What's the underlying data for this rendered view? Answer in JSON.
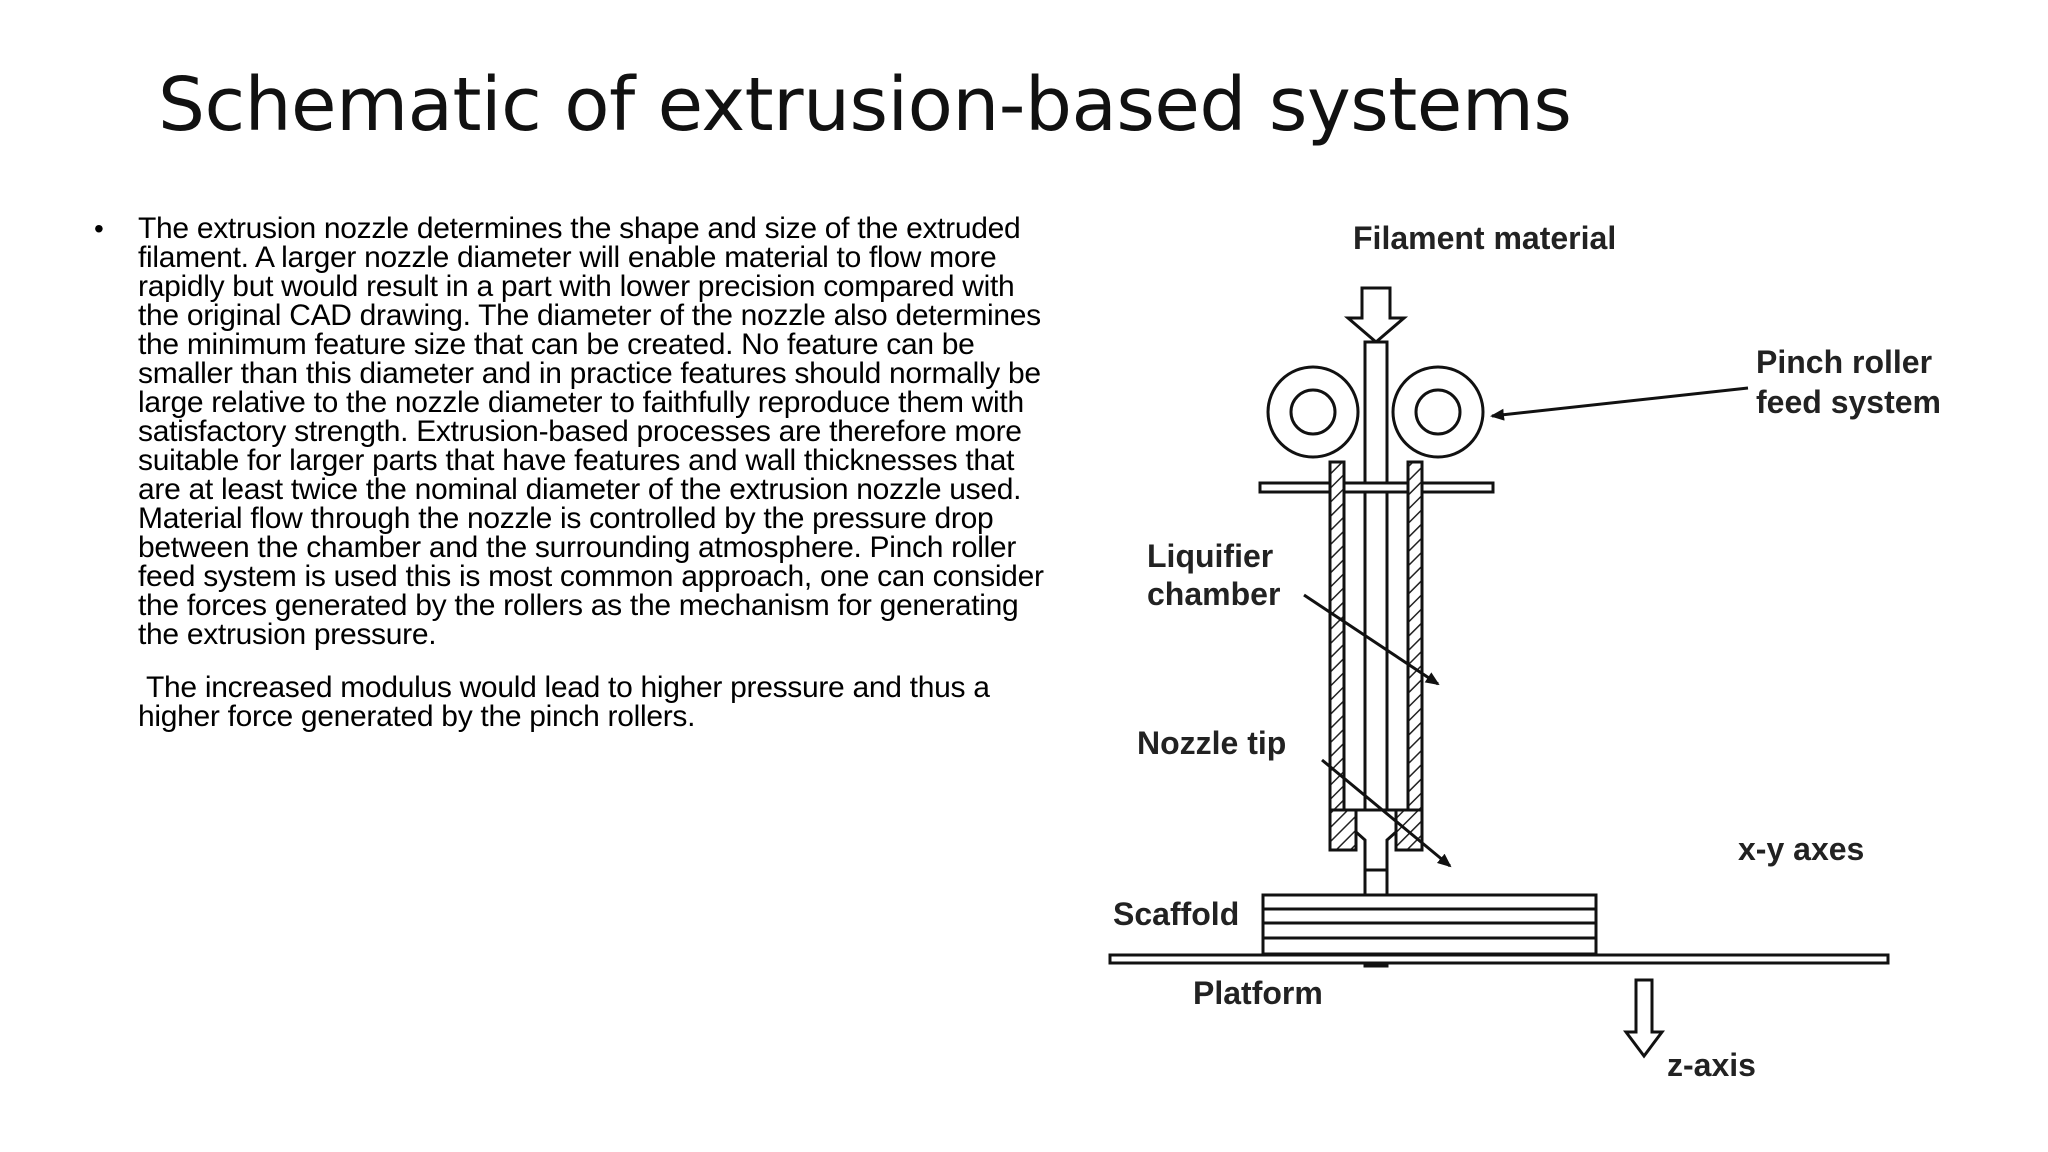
{
  "slide": {
    "title": "Schematic of extrusion-based systems",
    "bullet_symbol": "•",
    "paragraph1": "The extrusion nozzle determines the shape and size of the extruded filament. A larger nozzle diameter will enable material to flow more rapidly but would result in a part with lower precision compared with the original CAD drawing. The diameter of the nozzle also determines the minimum feature size that can be created. No feature can be smaller than this diameter and in practice features should normally be large relative to the nozzle diameter to faithfully reproduce them with satisfactory strength. Extrusion-based processes are therefore more suitable for larger parts that have features and wall thicknesses that are at least twice the nominal diameter of the extrusion nozzle used. Material flow through the nozzle is controlled by the pressure drop between the chamber and the surrounding atmosphere. Pinch roller feed system is used this is most common approach, one can consider the forces generated by the rollers as the mechanism for generating the extrusion pressure.",
    "paragraph2": "The increased modulus would lead to higher pressure and thus a higher force generated by the pinch rollers."
  },
  "diagram": {
    "labels": {
      "filament_material": "Filament material",
      "pinch_roller_line1": "Pinch roller",
      "pinch_roller_line2": "feed system",
      "liquifier_line1": "Liquifier",
      "liquifier_line2": "chamber",
      "nozzle_tip": "Nozzle tip",
      "xy_axes": "x-y axes",
      "scaffold": "Scaffold",
      "platform": "Platform",
      "z_axis": "z-axis"
    }
  }
}
